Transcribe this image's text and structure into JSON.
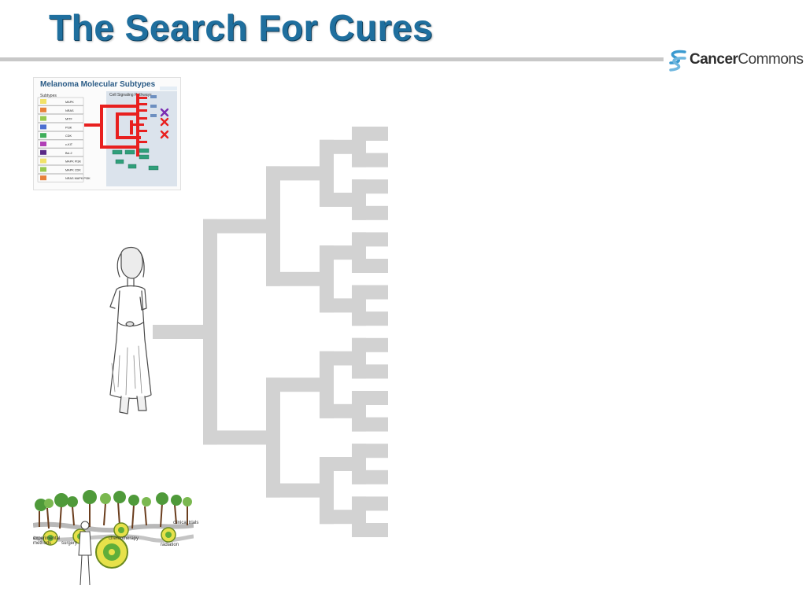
{
  "slide": {
    "title": "The Search For Cures"
  },
  "logo": {
    "brand_bold": "Cancer",
    "brand_light": "Commons"
  },
  "subtypes_figure": {
    "title": "Melanoma Molecular Subtypes",
    "column_subtypes": "Subtypes",
    "column_signaling": "Cell Signaling Pathways",
    "subtype_labels": [
      "MAPK",
      "NRAS",
      "MITF",
      "PI3K",
      "CDK",
      "c-KIT",
      "Bcl-2",
      "MAPK PI3K",
      "MAPK CDK",
      "NRAS MAPK PI3K"
    ],
    "colors": {
      "pathway": "#e8201f",
      "background": "#dbe3ec"
    }
  },
  "treatment_figure": {
    "labels": {
      "experimental": "experimental methods",
      "surgery": "surgery",
      "chemotherapy": "chemotherapy",
      "radiation": "radiation",
      "clinical_trials": "clinical trials"
    }
  },
  "tree": {
    "color": "#d2d2d2",
    "leaf_count": 16
  }
}
